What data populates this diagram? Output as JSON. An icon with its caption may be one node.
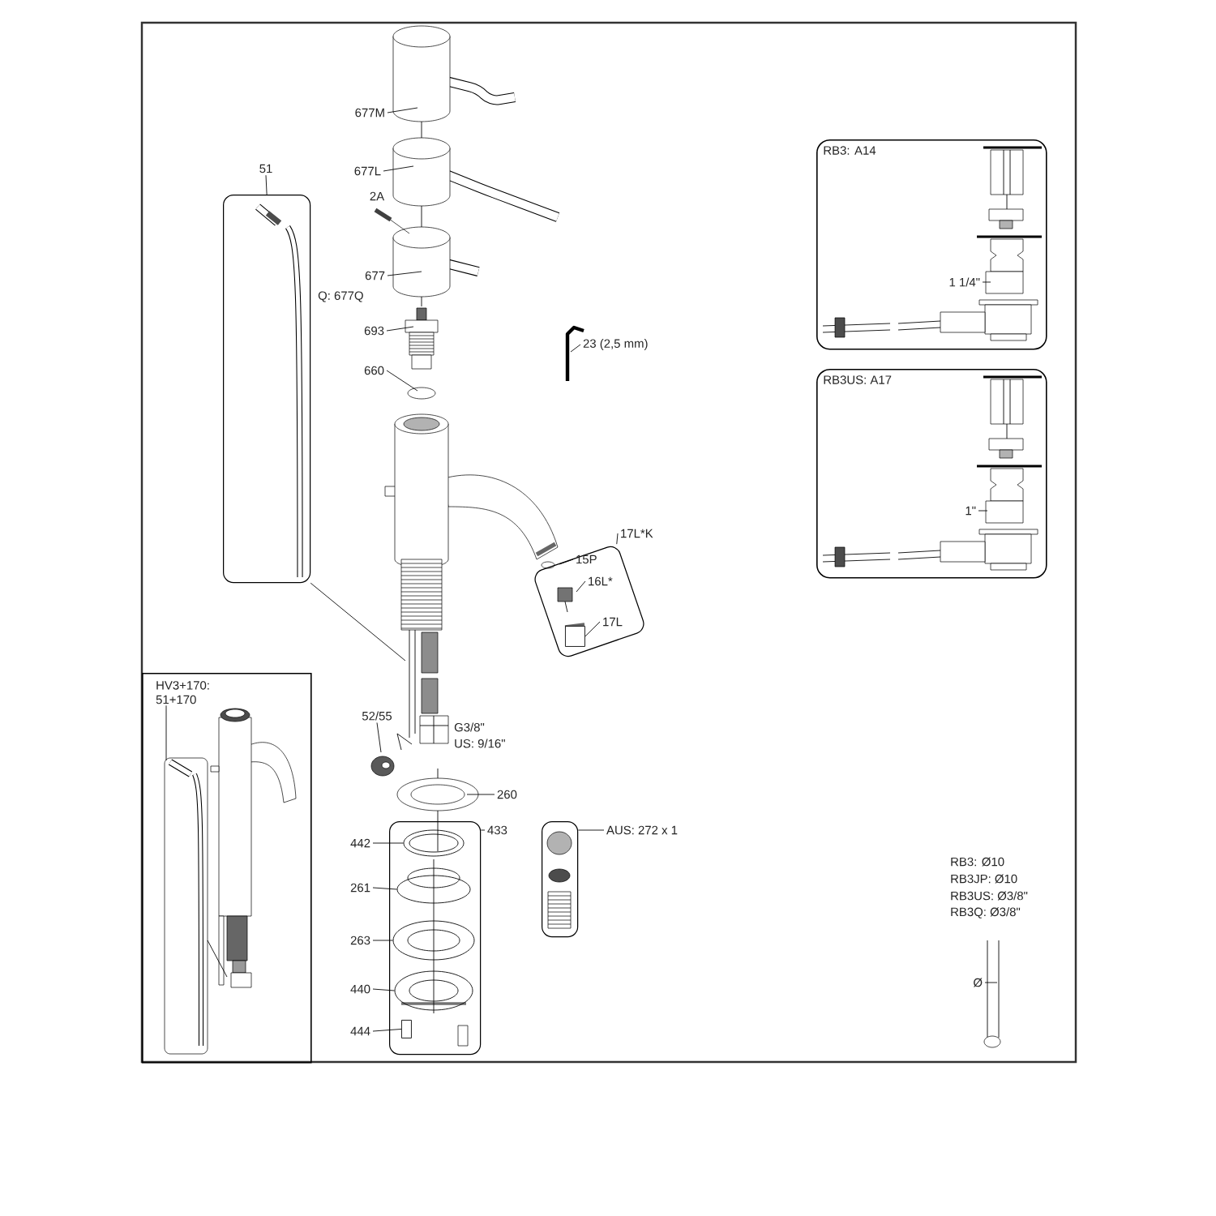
{
  "diagram": {
    "nodes": [
      {
        "text": [
          "RB3: A14"
        ]
      },
      {
        "text": [
          "1 1/4\""
        ],
        "in": 0
      },
      {
        "text": [
          "RB3US: A17"
        ]
      },
      {
        "text": [
          "1\""
        ],
        "in": 2
      },
      {
        "text": [],
        "shape": "box"
      },
      {
        "text": [
          "51"
        ]
      },
      {
        "text": [
          "677M"
        ]
      },
      {
        "text": [
          "677L"
        ]
      },
      {
        "text": [
          "677"
        ]
      },
      {
        "text": [
          "693"
        ]
      },
      {
        "text": [
          "660"
        ]
      },
      {
        "text": [
          "23 (2,5 mm)"
        ]
      },
      {
        "text": [],
        "shape": "box"
      },
      {
        "text": [
          "17L*K"
        ]
      },
      {
        "text": [
          "15P"
        ],
        "in": 12
      },
      {
        "text": [
          "16L*"
        ],
        "in": 12
      },
      {
        "text": [
          "17L"
        ],
        "in": 12
      },
      {
        "text": [
          "52/55"
        ]
      },
      {
        "text": [],
        "shape": "box"
      },
      {
        "text": [
          "433"
        ]
      },
      {
        "text": [
          "442"
        ]
      },
      {
        "text": [
          "261"
        ]
      },
      {
        "text": [
          "263"
        ]
      },
      {
        "text": [
          "440"
        ]
      },
      {
        "text": [
          "444"
        ]
      },
      {
        "text": [
          "260"
        ]
      },
      {
        "text": [],
        "shape": "box"
      },
      {
        "text": [
          "AUS: 272 x 1"
        ]
      },
      {
        "text": [],
        "shape": "box"
      },
      {
        "text": [
          "HV3+170: 51+170"
        ],
        "in": 28
      },
      {
        "text": [
          "Ø"
        ]
      },
      {
        "text": [],
        "shape": "ring",
        "in": 18
      },
      {
        "text": [],
        "shape": "ring",
        "in": 18
      },
      {
        "text": [],
        "shape": "ring",
        "in": 18
      },
      {
        "text": [],
        "shape": "ring",
        "in": 18
      },
      {
        "text": [],
        "shape": "box",
        "in": 18
      },
      {
        "text": [],
        "shape": "box",
        "in": 12
      }
    ],
    "edges": [
      {
        "from": 1,
        "to": null,
        "arrow": "none"
      },
      {
        "from": 3,
        "to": null,
        "arrow": "none"
      },
      {
        "from": 5,
        "to": 4,
        "arrow": "none"
      },
      {
        "from": 6,
        "to": null,
        "arrow": "none"
      },
      {
        "from": 7,
        "to": null,
        "arrow": "none"
      },
      {
        "from": 8,
        "to": null,
        "arrow": "none"
      },
      {
        "from": 9,
        "to": null,
        "arrow": "none"
      },
      {
        "from": 10,
        "to": null,
        "arrow": "none"
      },
      {
        "from": 11,
        "to": null,
        "arrow": "none"
      },
      {
        "from": 13,
        "to": 12,
        "arrow": "none"
      },
      {
        "from": 14,
        "to": null,
        "arrow": "none"
      },
      {
        "from": 15,
        "to": null,
        "arrow": "none"
      },
      {
        "from": 16,
        "to": 36,
        "arrow": "none"
      },
      {
        "from": 17,
        "to": null,
        "arrow": "none"
      },
      {
        "from": 19,
        "to": 18,
        "arrow": "none"
      },
      {
        "from": 20,
        "to": 31,
        "arrow": "none"
      },
      {
        "from": 21,
        "to": 32,
        "arrow": "none"
      },
      {
        "from": 22,
        "to": 33,
        "arrow": "none"
      },
      {
        "from": 23,
        "to": 34,
        "arrow": "none"
      },
      {
        "from": 24,
        "to": 35,
        "arrow": "none"
      },
      {
        "from": 25,
        "to": null,
        "arrow": "none"
      },
      {
        "from": 27,
        "to": 26,
        "arrow": "none"
      },
      {
        "from": 29,
        "to": null,
        "arrow": "none"
      },
      {
        "from": 30,
        "to": null,
        "arrow": "none"
      },
      {
        "from": 4,
        "to": null,
        "arrow": "none"
      }
    ],
    "labels": [
      "2A",
      "Q: 677Q",
      "G3/8\"",
      "US: 9/16\"",
      "RB3: Ø10",
      "RB3JP: Ø10",
      "RB3US: Ø3/8\"",
      "RB3Q: Ø3/8\""
    ]
  }
}
